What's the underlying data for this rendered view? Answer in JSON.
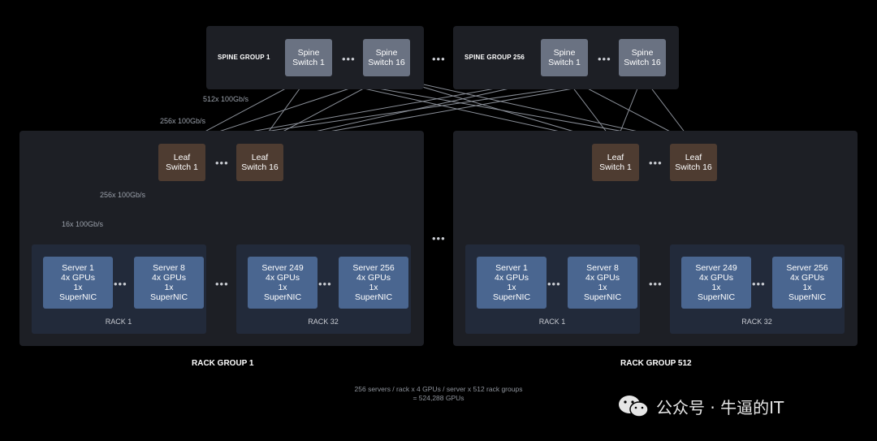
{
  "spine_groups": [
    {
      "label": "SPINE GROUP 1",
      "switches": [
        {
          "line1": "Spine",
          "line2": "Switch 1"
        },
        {
          "line1": "Spine",
          "line2": "Switch 16"
        }
      ]
    },
    {
      "label": "SPINE GROUP 256",
      "switches": [
        {
          "line1": "Spine",
          "line2": "Switch 1"
        },
        {
          "line1": "Spine",
          "line2": "Switch 16"
        }
      ]
    }
  ],
  "ellipsis": "•••",
  "bandwidth": {
    "spine_link": "512x 100Gb/s",
    "leaf_up": "256x 100Gb/s",
    "leaf_down": "256x 100Gb/s",
    "server_link": "16x 100Gb/s"
  },
  "rack_groups": [
    {
      "label": "RACK GROUP 1",
      "leaves": [
        {
          "line1": "Leaf",
          "line2": "Switch 1"
        },
        {
          "line1": "Leaf",
          "line2": "Switch 16"
        }
      ],
      "racks": [
        {
          "label": "RACK 1",
          "servers": [
            {
              "l1": "Server 1",
              "l2": "4x GPUs",
              "l3": "1x",
              "l4": "SuperNIC"
            },
            {
              "l1": "Server 8",
              "l2": "4x GPUs",
              "l3": "1x",
              "l4": "SuperNIC"
            }
          ]
        },
        {
          "label": "RACK 32",
          "servers": [
            {
              "l1": "Server 249",
              "l2": "4x GPUs",
              "l3": "1x",
              "l4": "SuperNIC"
            },
            {
              "l1": "Server 256",
              "l2": "4x GPUs",
              "l3": "1x",
              "l4": "SuperNIC"
            }
          ]
        }
      ]
    },
    {
      "label": "RACK GROUP 512",
      "leaves": [
        {
          "line1": "Leaf",
          "line2": "Switch 1"
        },
        {
          "line1": "Leaf",
          "line2": "Switch 16"
        }
      ],
      "racks": [
        {
          "label": "RACK 1",
          "servers": [
            {
              "l1": "Server 1",
              "l2": "4x GPUs",
              "l3": "1x",
              "l4": "SuperNIC"
            },
            {
              "l1": "Server 8",
              "l2": "4x GPUs",
              "l3": "1x",
              "l4": "SuperNIC"
            }
          ]
        },
        {
          "label": "RACK 32",
          "servers": [
            {
              "l1": "Server 249",
              "l2": "4x GPUs",
              "l3": "1x",
              "l4": "SuperNIC"
            },
            {
              "l1": "Server 256",
              "l2": "4x GPUs",
              "l3": "1x",
              "l4": "SuperNIC"
            }
          ]
        }
      ]
    }
  ],
  "footnote": {
    "line1": "256 servers / rack x 4 GPUs / server x 512 rack groups",
    "line2": "= 524,288 GPUs"
  },
  "watermark": "公众号 · 牛逼的IT",
  "colors": {
    "spine": "#6a7282",
    "leaf": "#4e3c31",
    "server": "#4a6690",
    "link": "#8a8f98"
  }
}
